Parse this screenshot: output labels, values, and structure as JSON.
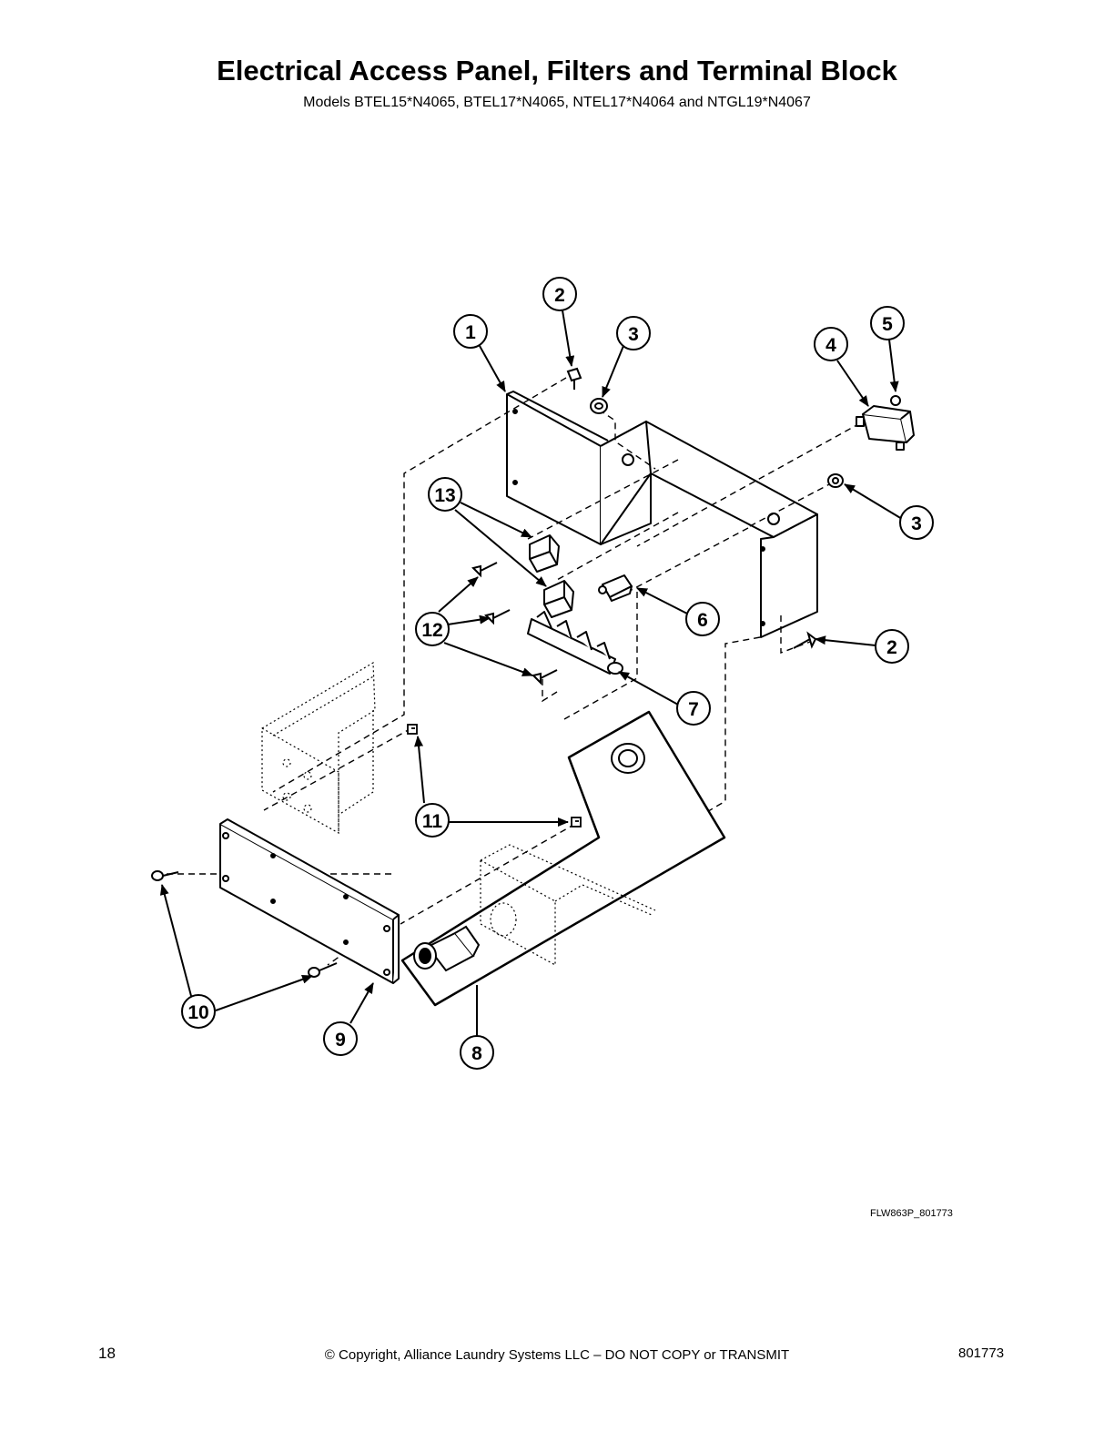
{
  "header": {
    "title": "Electrical Access Panel, Filters and Terminal Block",
    "subtitle": "Models BTEL15*N4065, BTEL17*N4065, NTEL17*N4064 and NTGL19*N4067"
  },
  "callouts": [
    "1",
    "2",
    "3",
    "3",
    "4",
    "5",
    "6",
    "7",
    "2",
    "8",
    "9",
    "10",
    "11",
    "12",
    "13"
  ],
  "figure_code": "FLW863P_801773",
  "footer": {
    "page_number": "18",
    "copyright": "© Copyright, Alliance Laundry Systems LLC – DO NOT COPY or TRANSMIT",
    "doc_number": "801773"
  }
}
